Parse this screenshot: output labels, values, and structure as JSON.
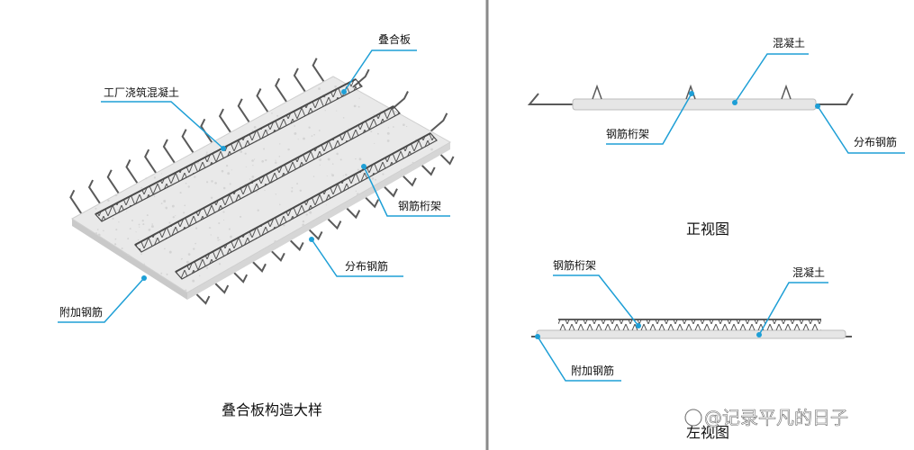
{
  "colors": {
    "accent": "#1e9fd6",
    "divider": "#8a8a8a",
    "slab_fill": "#e9e9e9",
    "rebar": "#5a5a5a"
  },
  "left_panel": {
    "callouts": {
      "composite_slab": "叠合板",
      "precast_concrete": "工厂浇筑混凝土",
      "rebar_truss": "钢筋桁架",
      "distribution_rebar": "分布钢筋",
      "additional_rebar": "附加钢筋"
    },
    "caption": "叠合板构造大样"
  },
  "front_view": {
    "callouts": {
      "concrete": "混凝土",
      "rebar_truss": "钢筋桁架",
      "distribution_rebar": "分布钢筋"
    },
    "caption": "正视图"
  },
  "left_view": {
    "callouts": {
      "rebar_truss": "钢筋桁架",
      "concrete": "混凝土",
      "additional_rebar": "附加钢筋"
    },
    "caption": "左视图"
  },
  "watermark": "@记录平凡的日子"
}
